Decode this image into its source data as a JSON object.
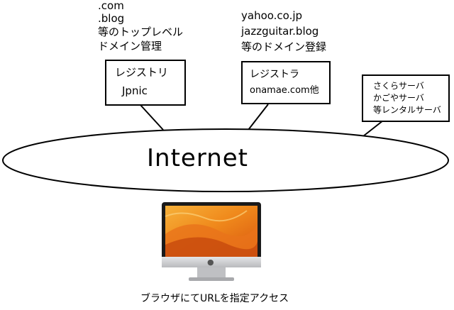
{
  "registry_note": {
    "line1": ".com",
    "line2": ".blog",
    "line3": "等のトップレベル",
    "line4": "ドメイン管理"
  },
  "registry_box": {
    "line1": "レジストリ",
    "line2": "Jpnic"
  },
  "registrar_note": {
    "line1": "yahoo.co.jp",
    "line2": "jazzguitar.blog",
    "line3": "等のドメイン登録"
  },
  "registrar_box": {
    "line1": "レジストラ",
    "line2": "onamae.com他"
  },
  "server_box": {
    "line1": "さくらサーバ",
    "line2": "かごやサーバ",
    "line3": "等レンタルサーバ"
  },
  "internet": {
    "label": "Internet"
  },
  "browser_caption": "ブラウザにてURLを指定アクセス",
  "colors": {
    "line": "#000000",
    "background": "#ffffff",
    "wallpaper_orange": "#f08a1c",
    "monitor_silver": "#c9cacc"
  },
  "icons": {
    "computer": "imac-computer-icon",
    "apple_logo": "apple-logo-icon"
  }
}
